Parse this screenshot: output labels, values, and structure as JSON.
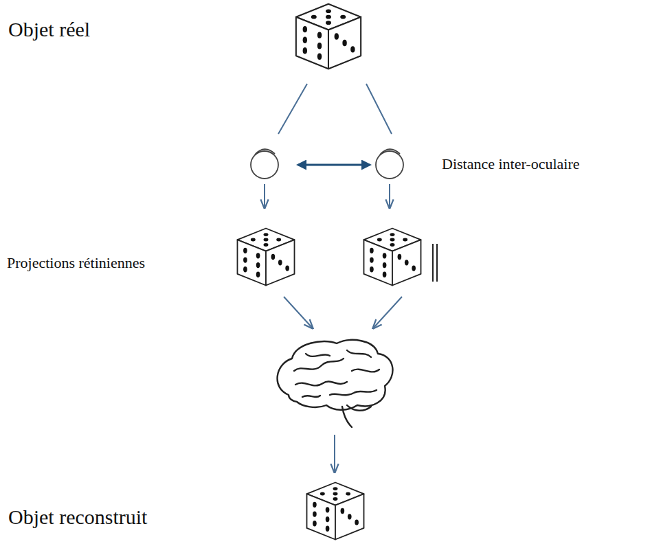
{
  "diagram": {
    "labels": [
      "Objet réel",
      "Distance inter-oculaire",
      "Projections rétiniennes",
      "Objet reconstruit"
    ]
  }
}
